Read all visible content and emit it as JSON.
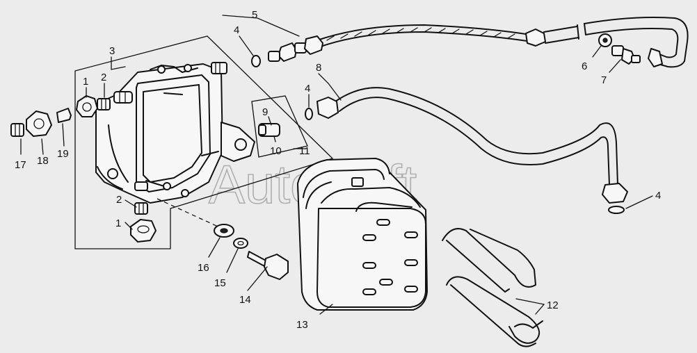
{
  "watermark": "AutoSoft",
  "callouts": {
    "c1a": "1",
    "c1b": "1",
    "c2a": "2",
    "c2b": "2",
    "c3": "3",
    "c4a": "4",
    "c4b": "4",
    "c4c": "4",
    "c5": "5",
    "c6": "6",
    "c7": "7",
    "c8": "8",
    "c9": "9",
    "c10": "10",
    "c11": "11",
    "c12": "12",
    "c13": "13",
    "c14": "14",
    "c15": "15",
    "c16": "16",
    "c17": "17",
    "c18": "18",
    "c19": "19"
  }
}
